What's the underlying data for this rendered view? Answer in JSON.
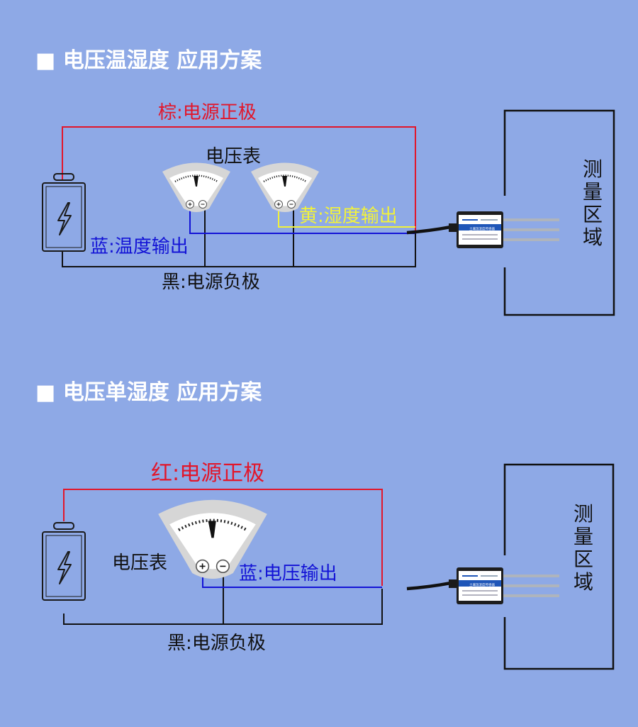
{
  "colors": {
    "background": "#8ea9e6",
    "positive": "#e2162a",
    "negative": "#111111",
    "blue_signal": "#1313d6",
    "yellow_signal": "#f2f23a",
    "title_text": "#ffffff"
  },
  "icons": [
    "battery-icon",
    "lightning-icon",
    "voltmeter-icon",
    "sensor-probe-icon"
  ],
  "section1": {
    "title": "■ 电压温湿度 应用方案",
    "positive_label": "棕:电源正极",
    "voltmeter_label": "电压表",
    "yellow_label": "黄:湿度输出",
    "blue_label": "蓝:温度输出",
    "negative_label": "黑:电源负极",
    "region_chars": [
      "测",
      "量",
      "区",
      "域"
    ]
  },
  "section2": {
    "title": "■ 电压单湿度 应用方案",
    "positive_label": "红:电源正极",
    "voltmeter_label": "电压表",
    "blue_label": "蓝:电压输出",
    "negative_label": "黑:电源负极",
    "region_chars": [
      "测",
      "量",
      "区",
      "域"
    ]
  },
  "meter": {
    "plus": "+",
    "minus": "-"
  },
  "sensor": {
    "label": "土壤温湿度传感器"
  }
}
